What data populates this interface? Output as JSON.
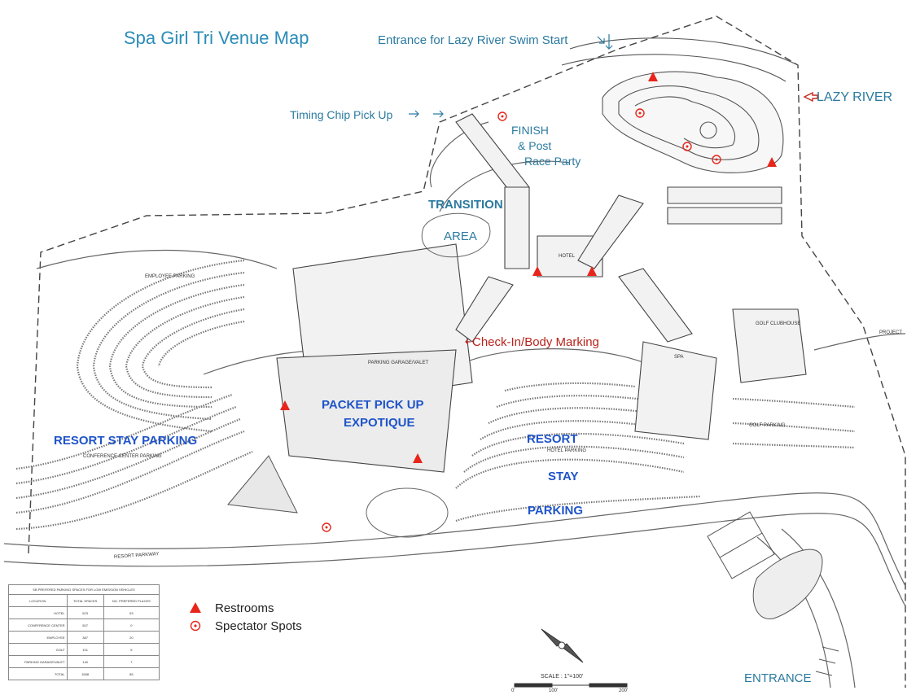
{
  "title": "Spa Girl Tri Venue Map",
  "labels": {
    "lazy_entrance": "Entrance for Lazy River Swim Start",
    "lazy_river": "LAZY RIVER",
    "timing_chip": "Timing Chip Pick Up",
    "finish_1": "FINISH",
    "finish_2": "& Post",
    "finish_3": "Race Party",
    "transition": "TRANSITION",
    "area": "AREA",
    "checkin": "Check-In/Body Marking",
    "packet_1": "PACKET PICK UP",
    "packet_2": "EXPOTIQUE",
    "resort_stay_parking": "RESORT STAY PARKING",
    "resort": "RESORT",
    "stay": "STAY",
    "parking": "PARKING",
    "entrance": "ENTRANCE"
  },
  "small_labels": {
    "employee_parking": "EMPLOYEE PARKING",
    "parking_garage": "PARKING GARAGE/VALET",
    "conference_parking": "CONFERENCE CENTER PARKING",
    "hotel": "HOTEL",
    "spa": "SPA",
    "golf_clubhouse": "GOLF CLUBHOUSE",
    "golf_parking": "GOLF PARKING",
    "hotel_parking": "HOTEL PARKING",
    "resort_parkway": "RESORT PARKWAY",
    "project": "PROJECT",
    "scale": "SCALE : 1\"=100'",
    "scale_0": "0'",
    "scale_100": "100'",
    "scale_200": "200'"
  },
  "legend": {
    "restrooms": "Restrooms",
    "spectator": "Spectator Spots"
  },
  "parking_table": {
    "caption": "SB PREFERED PARKING SPACES FOR LOW EMISSION VEHICLES",
    "headers": [
      "LOCATION",
      "TOTAL SPACES",
      "NO. PREFERED PLACES"
    ],
    "rows": [
      [
        "HOTEL",
        "523",
        "53"
      ],
      [
        "CONFERENCE CENTER",
        "507",
        "0"
      ],
      [
        "EMPLOYEE",
        "387",
        "20"
      ],
      [
        "GOLF",
        "101",
        "5"
      ],
      [
        "PARKING GARAGE/VALET",
        "140",
        "7"
      ],
      [
        "TOTAL",
        "1658",
        "85"
      ]
    ]
  },
  "colors": {
    "marker": "#e8251b",
    "title": "#2a8cb8",
    "teal_label": "#2b7aa0",
    "blue_label": "#1f54c9",
    "red_label": "#b8231b"
  }
}
